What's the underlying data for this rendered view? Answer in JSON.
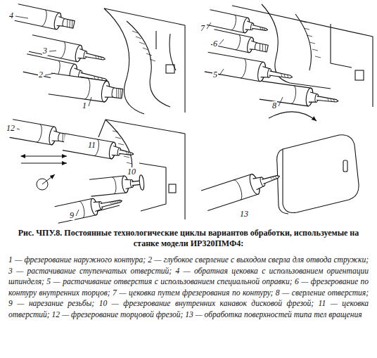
{
  "diagram": {
    "caption": "Рис. ЧПУ.8. Постоянные технологические циклы вариантов обработки, используемые на станке модели ИР320ПМФ4:",
    "labels": [
      "4",
      "3",
      "2",
      "1",
      "7",
      "6",
      "5",
      "8",
      "12",
      "11",
      "10",
      "9",
      "13",
      "1 — фрезерование наружного контура;",
      "2 — глубокое сверление с выходом сверла для отвода стружки;",
      "3 — растачивание ступенчатых отверстий;",
      "4 — обратная цековка с использованием ориентации шпинделя;",
      "5 — растачивание отверстия с использованием специальной оправки;",
      "6 — фрезерование по контуру внутренних торцов;",
      "7 — цековка путем фрезерования по контуру;",
      "8 — сверление отверстия;",
      "9 — нарезание резьбы;",
      "10 — фрезерование внутренних канавок дисковой фрезой;",
      "11 — цековка отверстий;",
      "12 — фрезерование торцовой фрезой;",
      "13 — обработка поверхностей типа тел вращения"
    ]
  }
}
